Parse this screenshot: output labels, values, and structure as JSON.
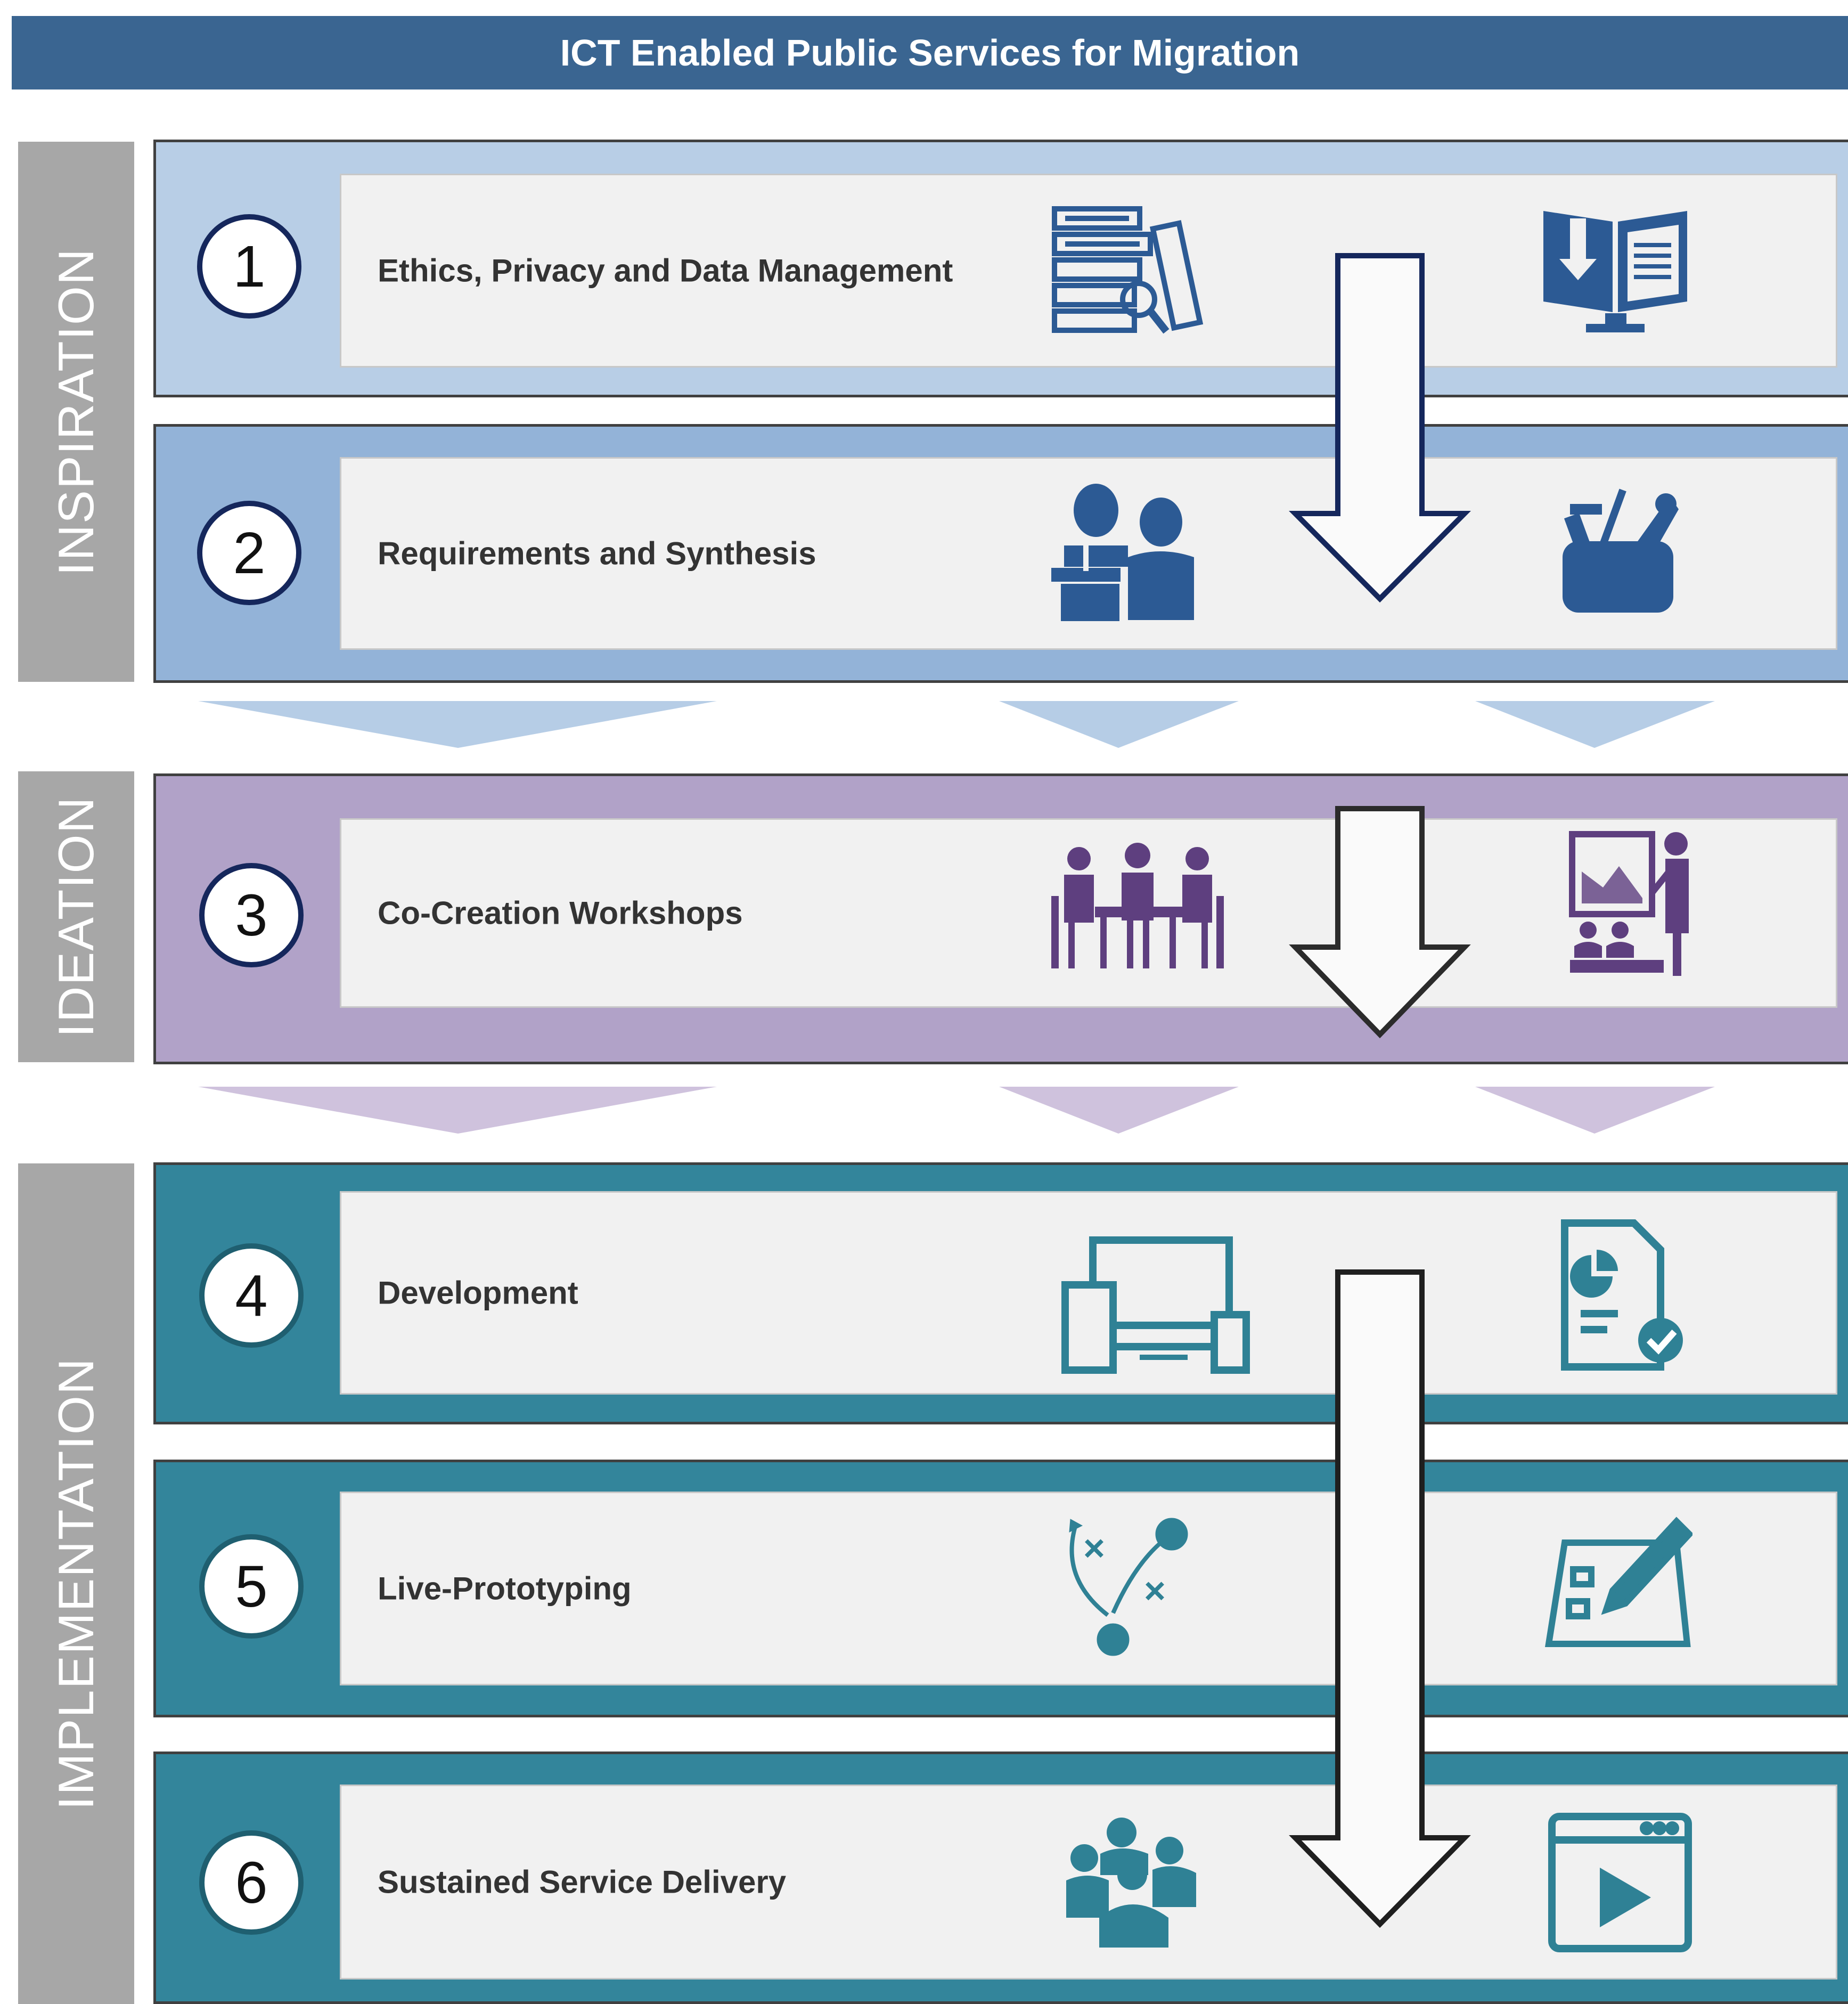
{
  "title": "ICT Enabled Public Services for Migration",
  "phases": [
    {
      "label": "INSPIRATION"
    },
    {
      "label": "IDEATION"
    },
    {
      "label": "IMPLEMENTATION"
    }
  ],
  "steps": [
    {
      "number": "1",
      "label": "Ethics, Privacy and Data Management",
      "icons": [
        "documents-search-icon",
        "book-download-icon"
      ]
    },
    {
      "number": "2",
      "label": "Requirements and Synthesis",
      "icons": [
        "interview-people-icon",
        "toolbox-icon"
      ]
    },
    {
      "number": "3",
      "label": "Co-Creation Workshops",
      "icons": [
        "meeting-table-icon",
        "presentation-icon"
      ]
    },
    {
      "number": "4",
      "label": "Development",
      "icons": [
        "devices-icon",
        "report-check-icon"
      ]
    },
    {
      "number": "5",
      "label": "Live-Prototyping",
      "icons": [
        "strategy-play-icon",
        "checklist-pen-icon"
      ]
    },
    {
      "number": "6",
      "label": "Sustained Service Delivery",
      "icons": [
        "group-people-icon",
        "video-player-icon"
      ]
    }
  ],
  "colors": {
    "title_bar": "#3a6591",
    "phase_bar": "#a7a7a7",
    "band_step1": "#b8cee6",
    "band_step2": "#93b3d8",
    "band_ideation": "#b1a2c8",
    "band_implementation": "#33859b",
    "icon_blue": "#2c5a94",
    "icon_purple": "#5e3f7f",
    "icon_teal": "#2f8195"
  }
}
